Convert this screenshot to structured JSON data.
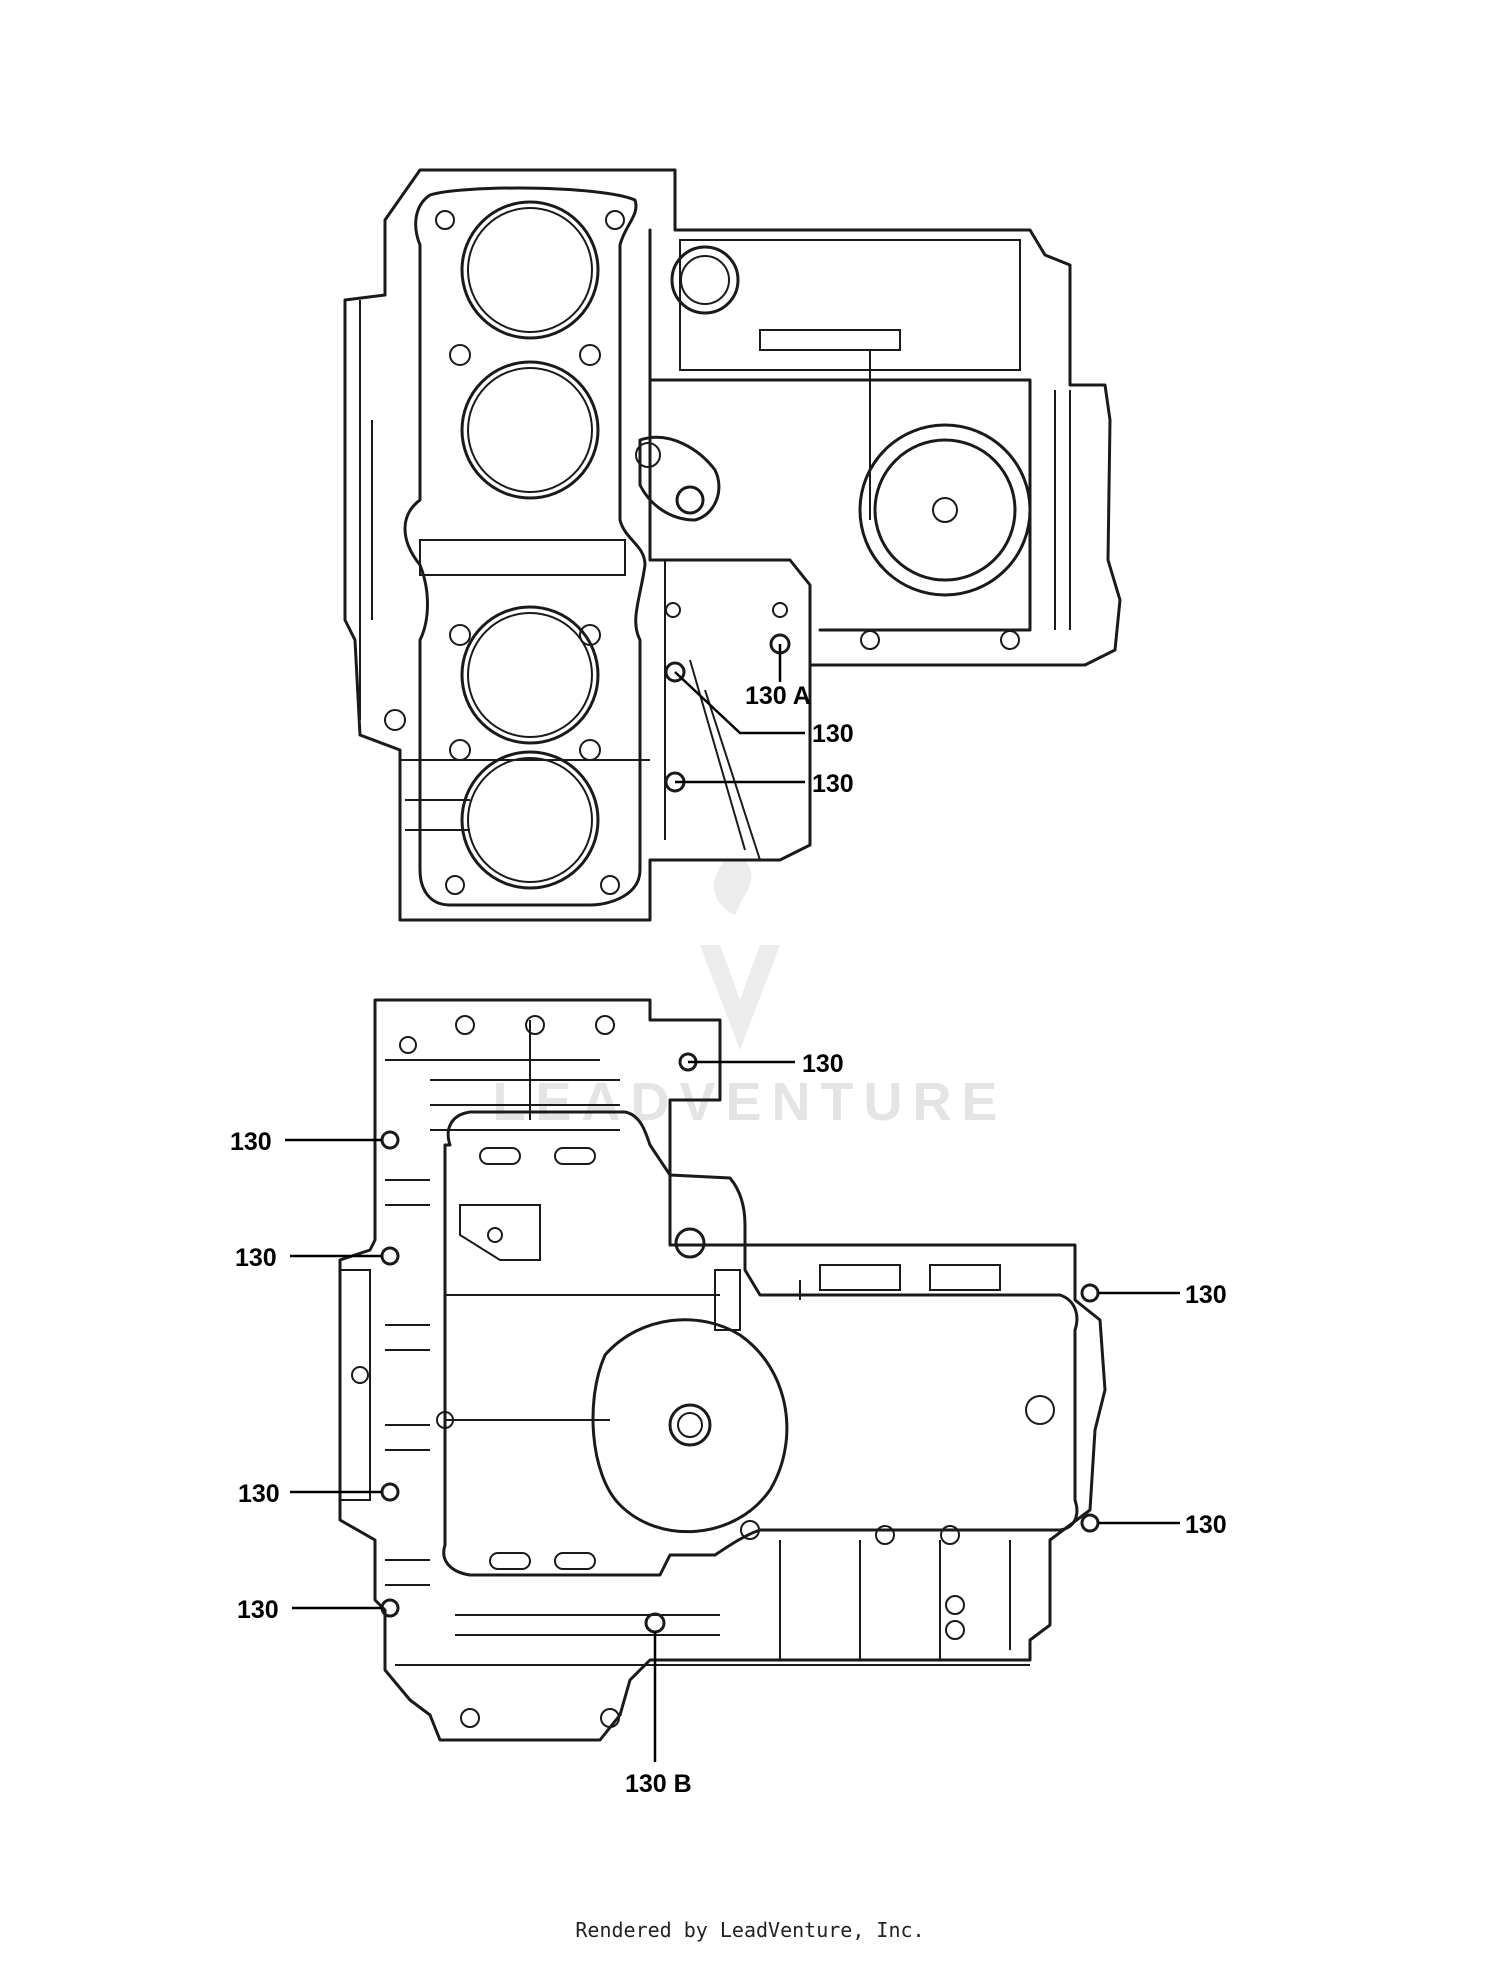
{
  "watermark": {
    "brand": "LEADVENTURE"
  },
  "callouts": {
    "top_130A": "130 A",
    "top_130_1": "130",
    "top_130_2": "130",
    "bottom_130_right_top": "130",
    "bottom_130_left_1": "130",
    "bottom_130_left_2": "130",
    "bottom_130_right_mid": "130",
    "bottom_130_left_3": "130",
    "bottom_130_right_low": "130",
    "bottom_130_left_4": "130",
    "bottom_130B": "130 B"
  },
  "footer": {
    "text": "Rendered by LeadVenture, Inc."
  }
}
